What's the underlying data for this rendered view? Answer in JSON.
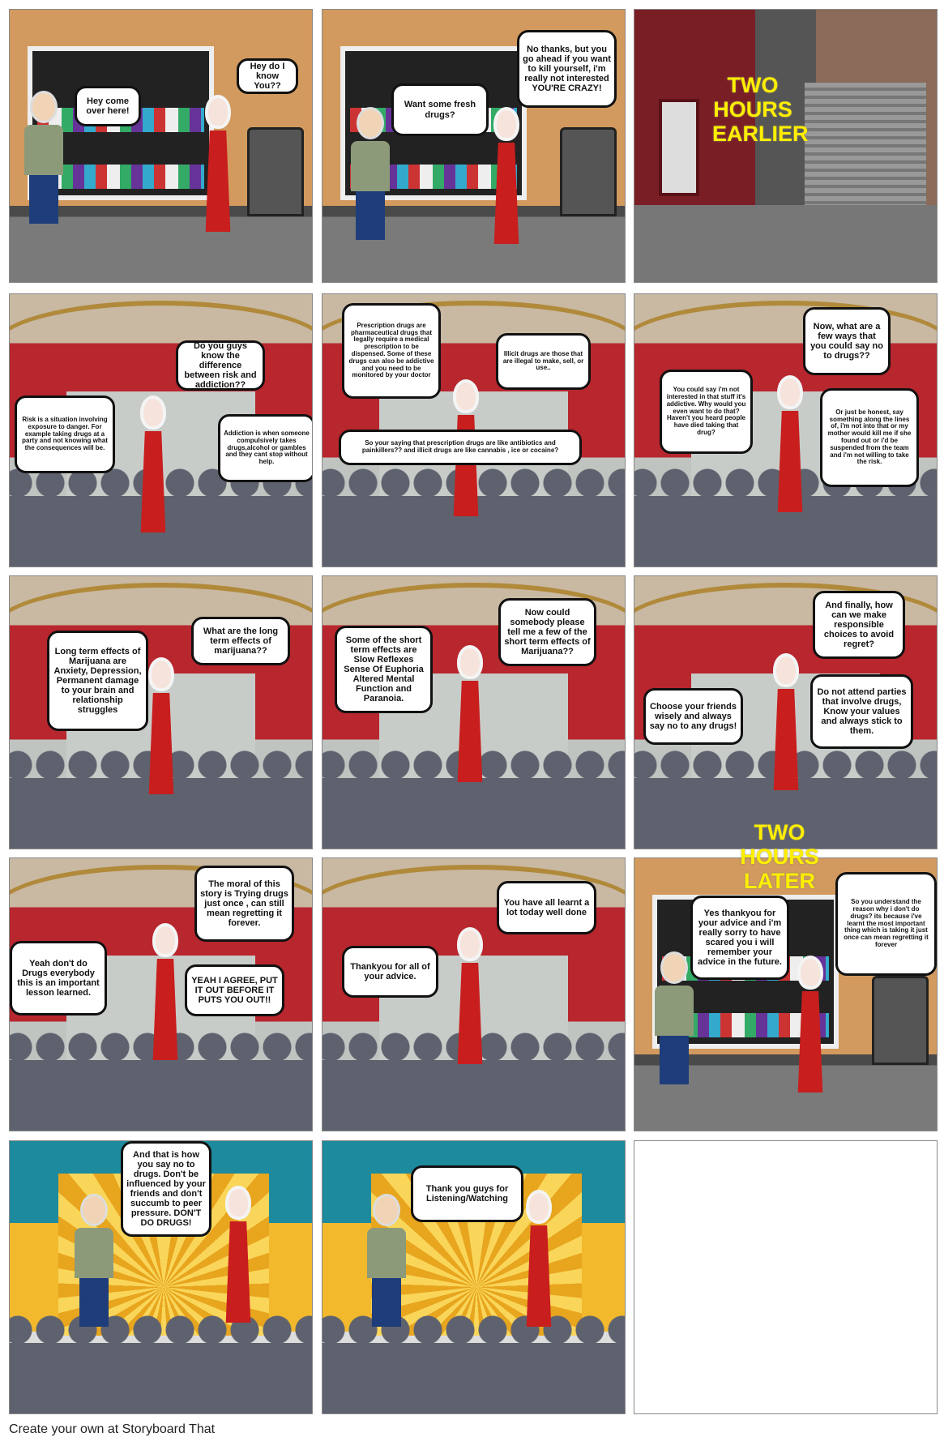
{
  "panels": [
    {
      "bubbles": [
        "Hey come over here!",
        "Hey do I know You??"
      ]
    },
    {
      "bubbles": [
        "Want some fresh drugs?",
        "No thanks, but you go ahead if you want to kill yourself, i'm really not interested YOU'RE CRAZY!"
      ]
    },
    {
      "caption": "TWO HOURS EARLIER"
    },
    {
      "bubbles": [
        "Do you guys know the difference between risk and addiction??",
        "Risk is a situation involving exposure to danger. For example taking drugs at a party and not knowing what the consequences will be.",
        "Addiction is when someone compulsively takes drugs,alcohol or gambles and they cant stop without help."
      ]
    },
    {
      "bubbles": [
        "Prescription drugs are pharmaceutical drugs that legally require a medical prescription to be dispensed. Some of these drugs can also be addictive and you need to be monitored by your doctor",
        "Illicit drugs are  those that are illegal to make, sell, or use..",
        "So your saying that prescription drugs are like antibiotics and painkillers?? and illicit drugs are like cannabis , ice or cocaine?"
      ]
    },
    {
      "bubbles": [
        "Now, what are a few ways that you could say no to drugs??",
        "You could say i'm not interested in that stuff it's addictive. Why would you even want to do that? Haven't you heard people have died taking that drug?",
        "Or just be honest, say something along the lines of, i'm not into that or my mother would kill me if she found out or i'd be suspended from the team and i'm not willing to take the risk."
      ]
    },
    {
      "bubbles": [
        "Long term effects of Marijuana are Anxiety, Depression, Permanent damage to your brain and relationship struggles",
        "What are the long term effects of marijuana??"
      ]
    },
    {
      "bubbles": [
        "Some of the short term effects are Slow Reflexes Sense Of Euphoria Altered Mental Function and Paranoia.",
        "Now could somebody please tell me a few of the short term effects of Marijuana??"
      ]
    },
    {
      "bubbles": [
        "And finally, how can we make responsible choices to avoid regret?",
        "Choose your friends wisely and always say no to any drugs!",
        "Do not attend parties that involve drugs, Know your values and always stick to them."
      ]
    },
    {
      "bubbles": [
        "The moral of this story is Trying drugs just once , can still mean regretting it forever.",
        "Yeah don't do Drugs everybody this is an important lesson learned.",
        "YEAH I AGREE, PUT IT OUT BEFORE IT PUTS YOU OUT!!"
      ]
    },
    {
      "bubbles": [
        "You have all learnt a lot today well done",
        "Thankyou for all of your advice."
      ]
    },
    {
      "caption": "TWO HOURS LATER",
      "bubbles": [
        "Yes thankyou for your advice and i'm really sorry to have scared you i will remember your advice in the future.",
        "So you understand the reason why i don't do drugs? its because i've learnt the most important thing which is taking it just once can mean regretting it forever"
      ]
    },
    {
      "bubbles": [
        "And that is how you say no to drugs. Don't be influenced by your friends and don't succumb to peer pressure. DON'T DO DRUGS!"
      ]
    },
    {
      "bubbles": [
        "Thank you guys for Listening/Watching"
      ]
    }
  ],
  "footer": "Create your own at Storyboard That"
}
